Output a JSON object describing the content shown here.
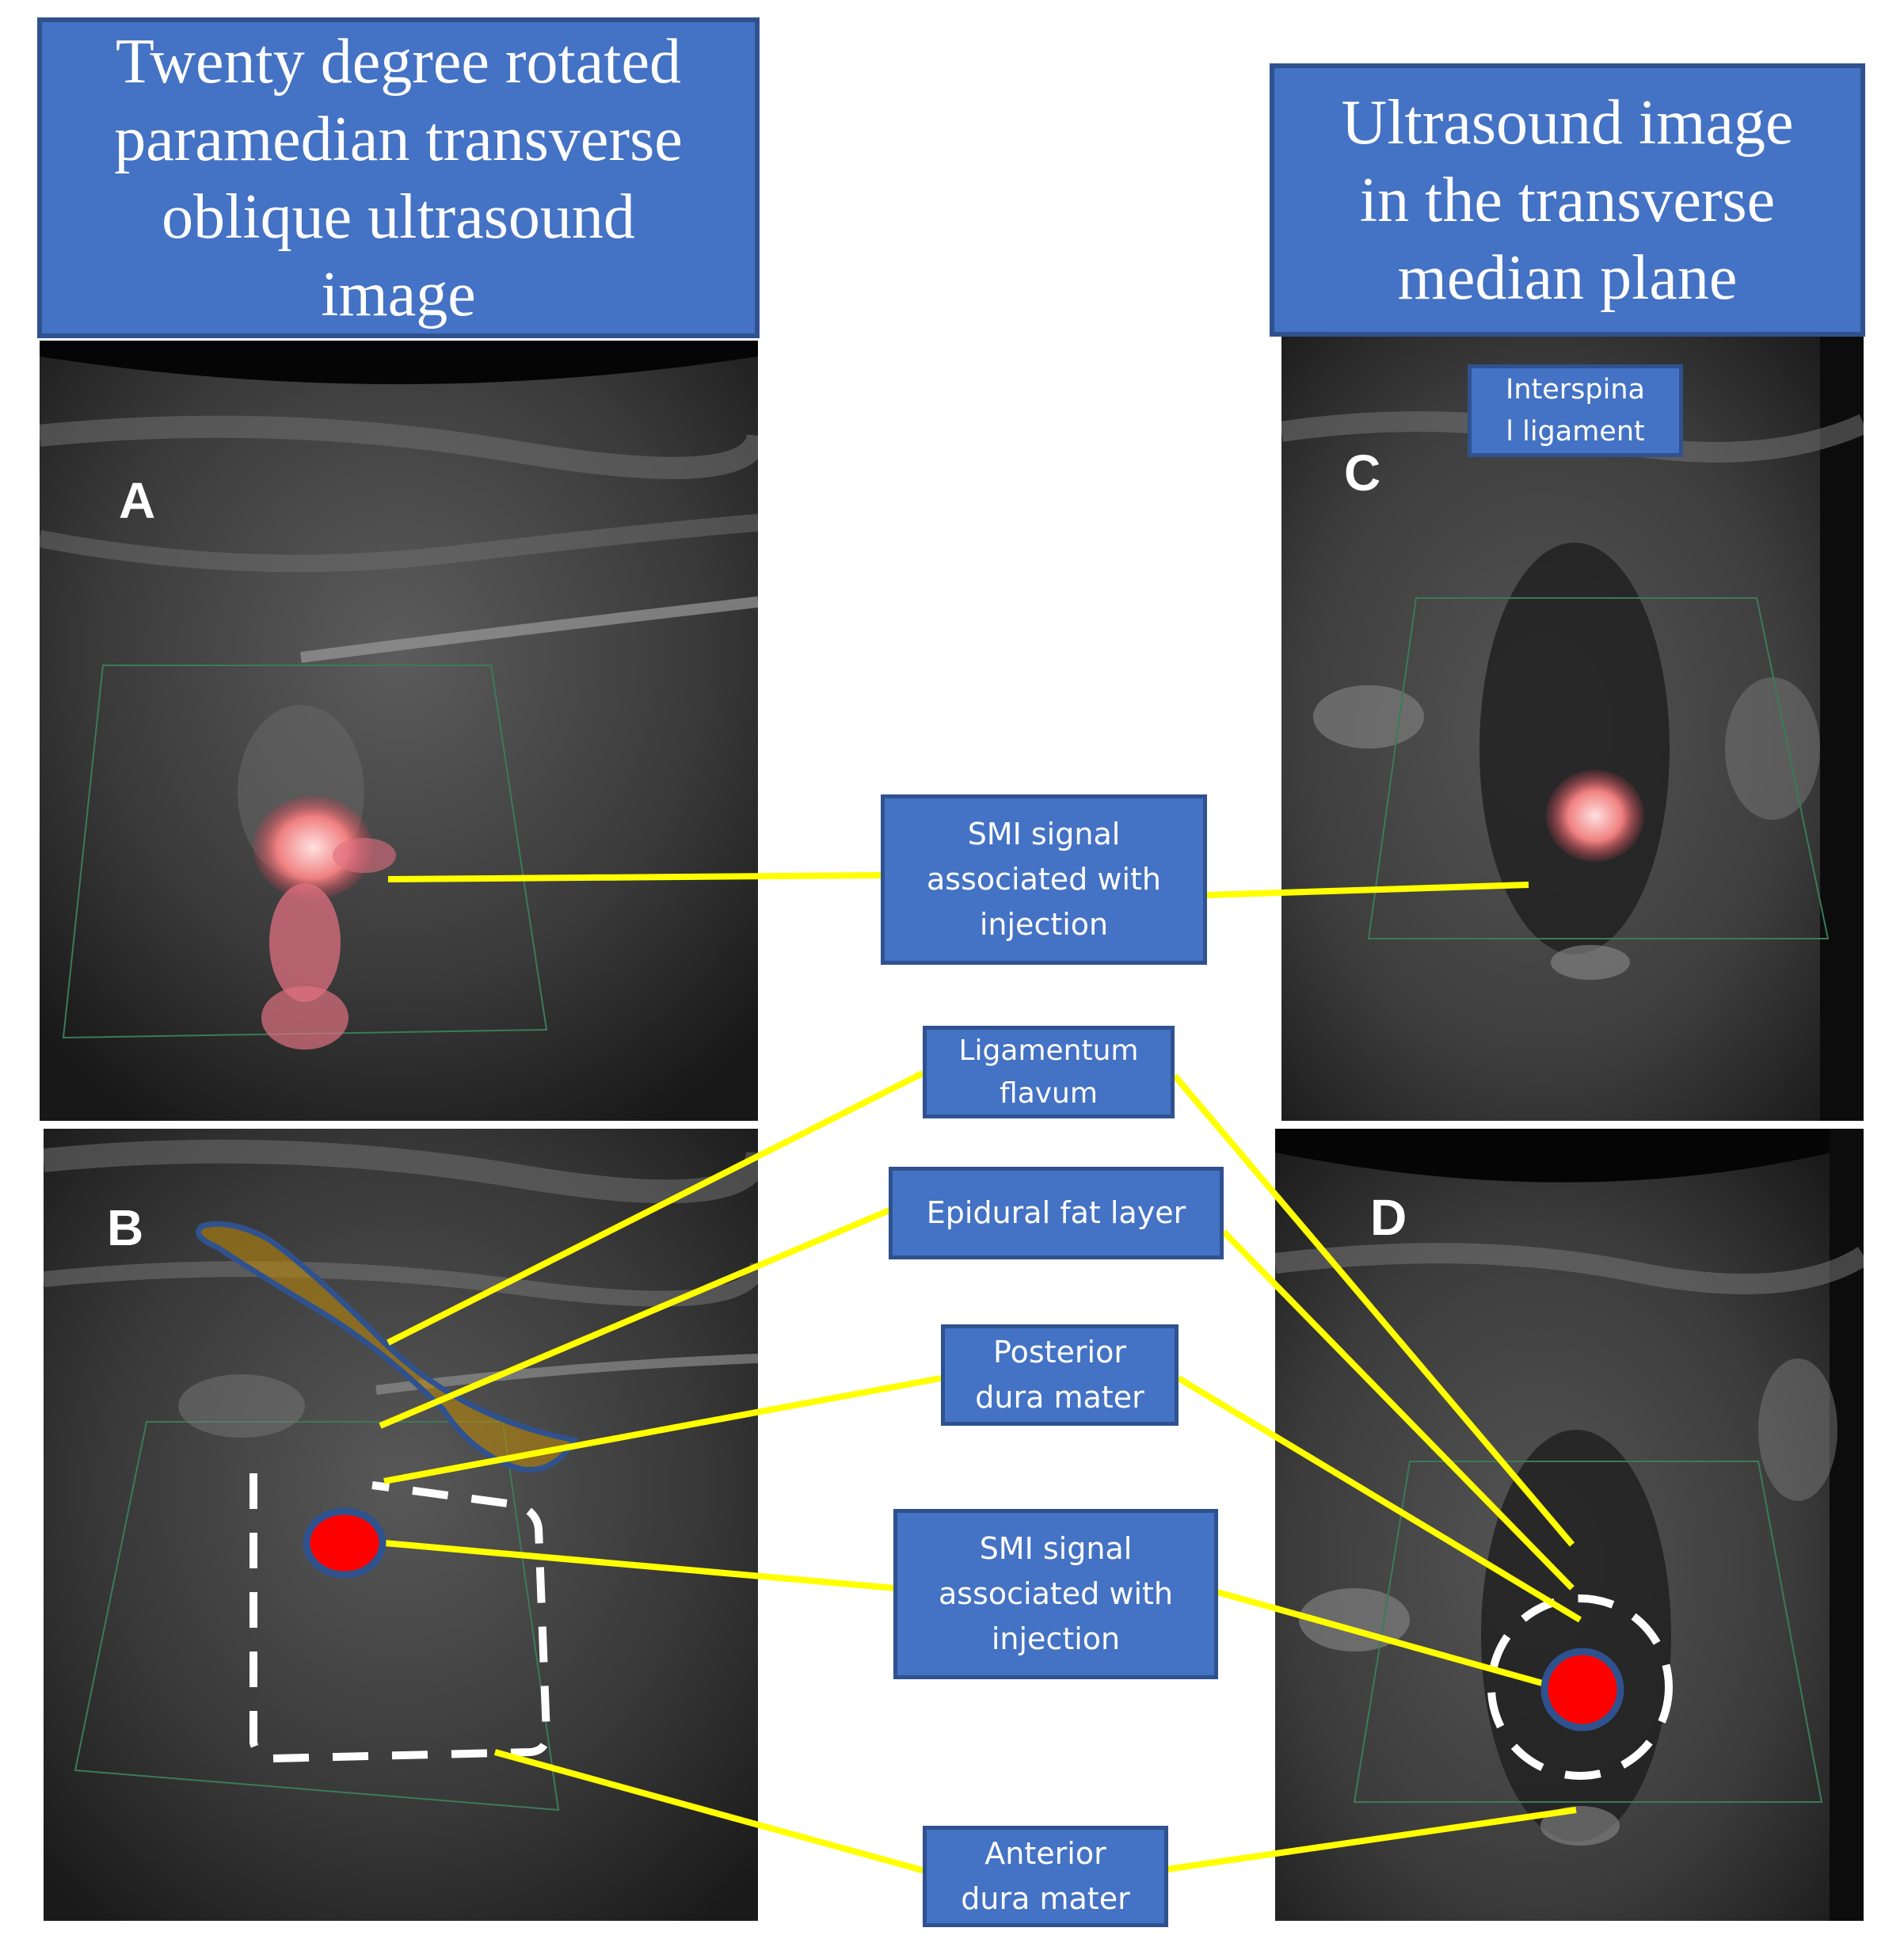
{
  "titles": {
    "left": {
      "line1": "Twenty degree rotated",
      "line2": "paramedian transverse",
      "line3": "oblique ultrasound",
      "line4": "image"
    },
    "right": {
      "line1": "Ultrasound image",
      "line2": "in the transverse",
      "line3": "median plane"
    }
  },
  "panels": {
    "a": "A",
    "b": "B",
    "c": "C",
    "d": "D"
  },
  "labels": {
    "interspinal": {
      "line1": "Interspina",
      "line2": "l ligament"
    },
    "smi_top": {
      "line1": "SMI signal",
      "line2": "associated with",
      "line3": "injection"
    },
    "ligamentum": {
      "line1": "Ligamentum",
      "line2": "flavum"
    },
    "epidural": {
      "line1": "Epidural fat layer"
    },
    "posterior": {
      "line1": "Posterior",
      "line2": "dura mater"
    },
    "smi_bottom": {
      "line1": "SMI signal",
      "line2": "associated with",
      "line3": "injection"
    },
    "anterior": {
      "line1": "Anterior",
      "line2": "dura mater"
    }
  },
  "colors": {
    "box_fill": "#4472c4",
    "box_border": "#2f528f",
    "leader_line": "#ffff00",
    "smi_signal": "#ff4d4d",
    "injection_dot": "#ff0000",
    "ligament_overlay": "#b8860b"
  }
}
